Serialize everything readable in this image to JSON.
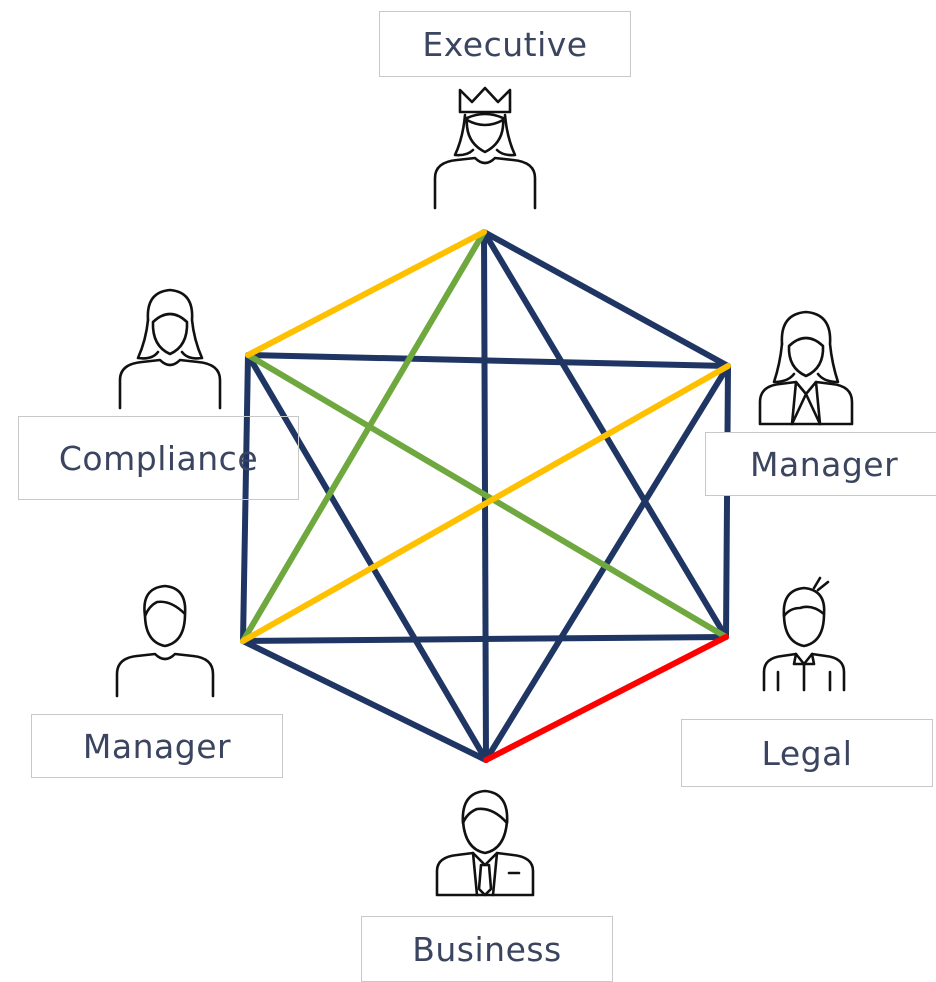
{
  "nodes": [
    {
      "id": "executive",
      "label": "Executive",
      "icon": "queen-icon"
    },
    {
      "id": "manager_right",
      "label": "Manager",
      "icon": "businesswoman-icon"
    },
    {
      "id": "legal",
      "label": "Legal",
      "icon": "man-shirt-icon"
    },
    {
      "id": "business",
      "label": "Business",
      "icon": "businessman-tie-icon"
    },
    {
      "id": "manager_left",
      "label": "Manager",
      "icon": "man-icon"
    },
    {
      "id": "compliance",
      "label": "Compliance",
      "icon": "woman-icon"
    }
  ],
  "colors": {
    "navy": "#1f3563",
    "green": "#6fa83e",
    "yellow": "#ffc000",
    "red": "#ff0000",
    "label_text": "#3b4560",
    "label_border": "#c8c8c8"
  },
  "edges": [
    {
      "from": "executive",
      "to": "compliance",
      "color": "yellow"
    },
    {
      "from": "executive",
      "to": "manager_left",
      "color": "green"
    },
    {
      "from": "compliance",
      "to": "legal",
      "color": "green"
    },
    {
      "from": "manager_left",
      "to": "manager_right",
      "color": "yellow"
    },
    {
      "from": "legal",
      "to": "business",
      "color": "red"
    },
    {
      "from": "executive",
      "to": "manager_right",
      "color": "navy"
    },
    {
      "from": "executive",
      "to": "legal",
      "color": "navy"
    },
    {
      "from": "executive",
      "to": "business",
      "color": "navy"
    },
    {
      "from": "compliance",
      "to": "manager_right",
      "color": "navy"
    },
    {
      "from": "compliance",
      "to": "manager_left",
      "color": "navy"
    },
    {
      "from": "compliance",
      "to": "business",
      "color": "navy"
    },
    {
      "from": "manager_right",
      "to": "legal",
      "color": "navy"
    },
    {
      "from": "manager_right",
      "to": "business",
      "color": "navy"
    },
    {
      "from": "manager_left",
      "to": "legal",
      "color": "navy"
    },
    {
      "from": "manager_left",
      "to": "business",
      "color": "navy"
    }
  ]
}
